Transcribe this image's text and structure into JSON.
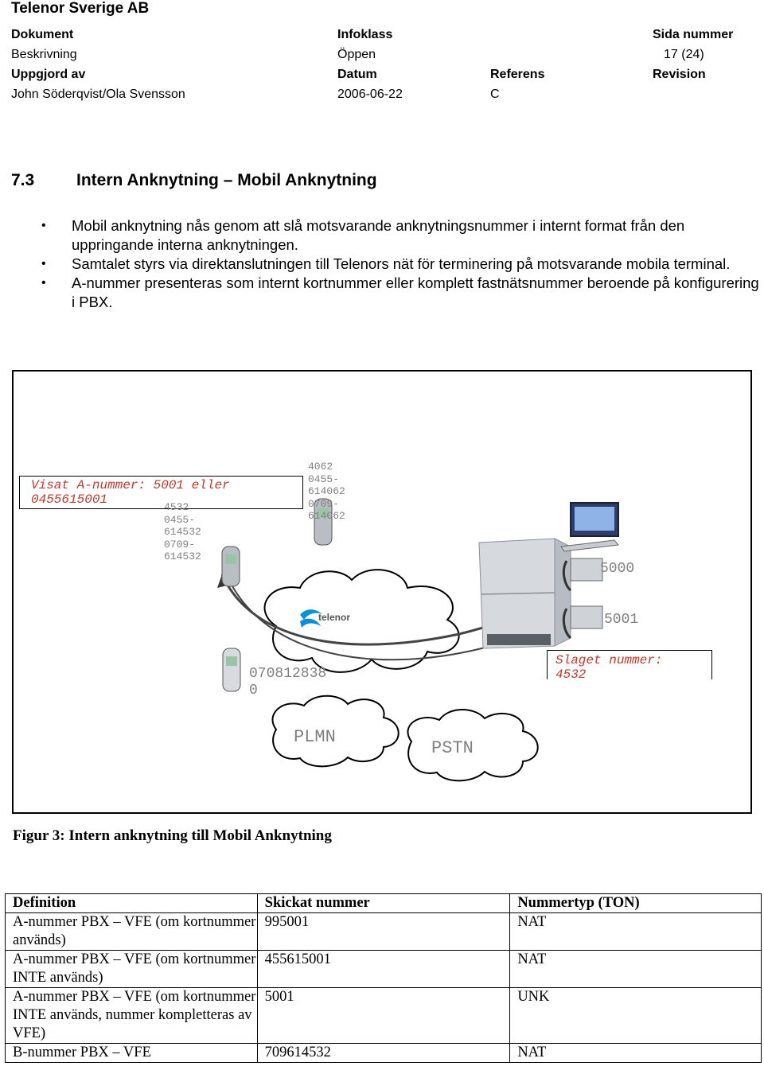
{
  "header": {
    "company": "Telenor Sverige AB",
    "row1": {
      "dokument": "Dokument",
      "infoklass": "Infoklass",
      "sida": "Sida nummer"
    },
    "row2": {
      "beskrivning": "Beskrivning",
      "oppen": "Öppen",
      "sidnr": "17 (24)"
    },
    "row3": {
      "uppgjord": "Uppgjord av",
      "datum": "Datum",
      "referens": "Referens",
      "revision": "Revision"
    },
    "row4": {
      "author": "John Söderqvist/Ola Svensson",
      "date": "2006-06-22",
      "rev": "C"
    }
  },
  "section": {
    "number": "7.3",
    "title": "Intern Anknytning – Mobil Anknytning",
    "bullets": [
      "Mobil anknytning nås genom att slå motsvarande anknytningsnummer i internt format från den uppringande interna anknytningen.",
      "Samtalet styrs via direktanslutningen till Telenors nät för terminering på motsvarande mobila terminal.",
      "A-nummer presenteras som internt kortnummer eller komplett fastnätsnummer beroende på konfigurering i PBX."
    ]
  },
  "diagram": {
    "visat_line1": "Visat A-nummer: 5001 eller",
    "visat_line2": "0455615001",
    "mobile1": [
      "4532",
      "0455-",
      "614532",
      "0709-",
      "614532"
    ],
    "mobile2": [
      "4062",
      "0455-",
      "614062",
      "0709-",
      "614062"
    ],
    "ext1": "5000",
    "ext2": "5001",
    "telenor": "telenor",
    "mobile3_line1": "070812838",
    "mobile3_line2": "0",
    "slaget_line1": "Slaget nummer:",
    "slaget_line2": "4532",
    "plmn": "PLMN",
    "pstn": "PSTN"
  },
  "caption": "Figur 3: Intern anknytning till Mobil Anknytning",
  "table": {
    "headers": [
      "Definition",
      "Skickat nummer",
      "Nummertyp (TON)"
    ],
    "rows": [
      [
        "A-nummer PBX – VFE (om kortnummer används)",
        "995001",
        "NAT"
      ],
      [
        "A-nummer PBX – VFE (om kortnummer INTE används)",
        "455615001",
        "NAT"
      ],
      [
        "A-nummer PBX – VFE (om kortnummer INTE används, nummer kompletteras av VFE)",
        "5001",
        "UNK"
      ],
      [
        "B-nummer PBX – VFE",
        "709614532",
        "NAT"
      ]
    ]
  }
}
